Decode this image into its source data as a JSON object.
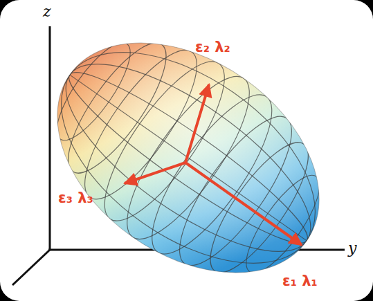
{
  "diagram": {
    "labels": [
      "z",
      "y",
      "ε₂ λ₂",
      "ε₃ λ₃",
      "ε₁ λ₁"
    ]
  }
}
